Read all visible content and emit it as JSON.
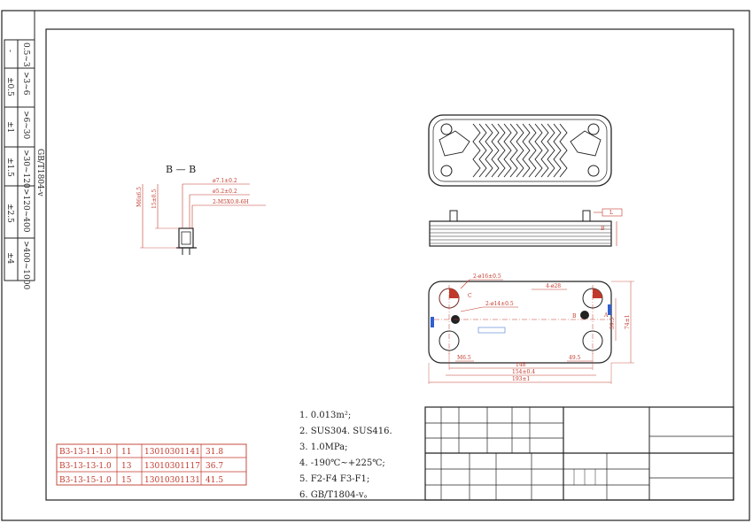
{
  "section_label": "B — B",
  "section_dims": [
    "ø7.1±0.2",
    "ø5.2±0.2",
    "2-M5X0.8-6H"
  ],
  "section_vdims": [
    "M6x6.5",
    "15±0.5"
  ],
  "tolerance_table": {
    "ranges": [
      "0.5~3",
      ">3~6",
      ">6~30",
      ">30~120",
      ">120~400",
      ">400~1000"
    ],
    "tolerances": [
      "-",
      "±0.5",
      "±1",
      "±1.5",
      "±2.5",
      "±4"
    ],
    "standard": "GB/T1804-v"
  },
  "front_view_dims": {
    "ports": "2-ø16±0.5",
    "ports2": "2-ø14±0.5",
    "holes": "4-ø28",
    "w1": "148",
    "w2": "154±0.4",
    "w3": "193±1",
    "m1": "M6.5",
    "m2": "49.5",
    "h1": "59.5",
    "h2": "74±1",
    "c1": "C",
    "c2": "B",
    "c3": "A",
    "c4": "B"
  },
  "side_view_dim": "L",
  "notes": [
    "1. 0.013m²;",
    "2. SUS304. SUS416.",
    "3. 1.0MPa;",
    "4. -190℃~+225℃;",
    "5. F2-F4 F3-F1;",
    "6. GB/T1804-v。"
  ],
  "parts_table": [
    {
      "model": "B3-13-11-1.0",
      "plates": "11",
      "code": "13010301141",
      "length": "31.8"
    },
    {
      "model": "B3-13-13-1.0",
      "plates": "13",
      "code": "13010301117",
      "length": "36.7"
    },
    {
      "model": "B3-13-15-1.0",
      "plates": "15",
      "code": "13010301131",
      "length": "41.5"
    }
  ],
  "colors": {
    "line": "#222222",
    "accent": "#c0392b",
    "blue": "#2f5fd0"
  }
}
